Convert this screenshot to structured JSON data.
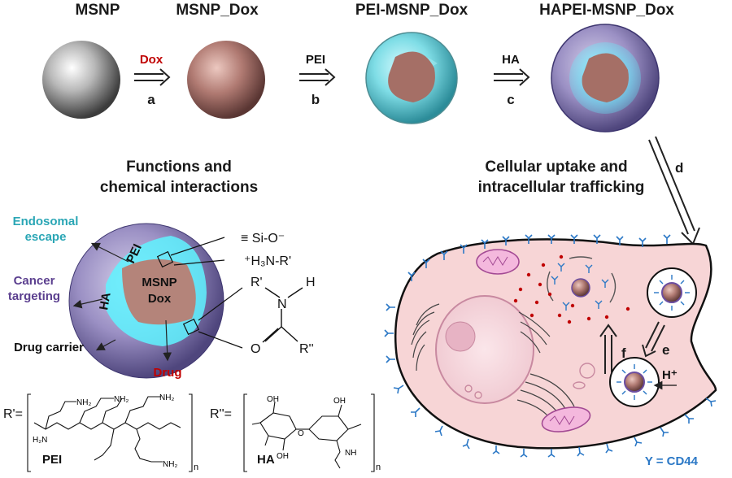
{
  "top_row": {
    "stages": [
      "MSNP",
      "MSNP_Dox",
      "PEI-MSNP_Dox",
      "HAPEI-MSNP_Dox"
    ],
    "reagents": [
      "Dox",
      "PEI",
      "HA"
    ],
    "steps": [
      "a",
      "b",
      "c"
    ]
  },
  "functions": {
    "title_line1": "Functions and",
    "title_line2": "chemical interactions",
    "endosomal_line1": "Endosomal",
    "endosomal_line2": "escape",
    "pei": "PEI",
    "ha": "HA",
    "core_line1": "MSNP",
    "core_line2": "Dox",
    "cancer_line1": "Cancer",
    "cancer_line2": "targeting",
    "drug_carrier": "Drug carrier",
    "drug": "Drug"
  },
  "chemistry": {
    "sio": "≡ Si-O⁻",
    "amine": "⁺H₃N-R'",
    "amide_r1": "R'",
    "amide_n": "N",
    "amide_h": "H",
    "amide_o": "O",
    "amide_r2": "R''",
    "r1_eq": "R'=",
    "r2_eq": "R''=",
    "pei_label": "PEI",
    "ha_label": "HA",
    "n_sub": "n",
    "nh2": "NH₂",
    "h2n": "H₂N",
    "oh": "OH",
    "o": "O",
    "nh": "NH"
  },
  "cellular": {
    "title_line1": "Cellular uptake and",
    "title_line2": "intracellular trafficking",
    "step_d": "d",
    "step_e": "e",
    "step_f": "f",
    "proton": "H⁺",
    "legend": "Y = CD44"
  }
}
